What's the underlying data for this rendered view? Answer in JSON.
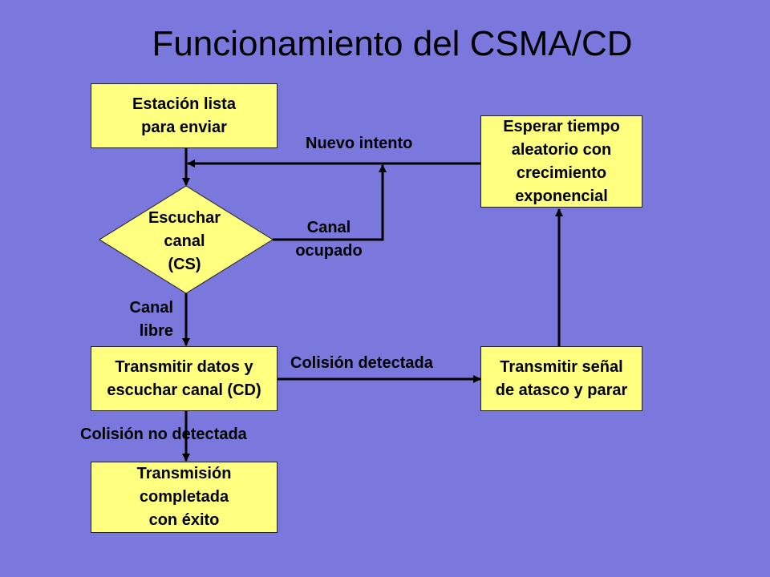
{
  "title": "Funcionamiento del CSMA/CD",
  "nodes": {
    "ready": "Estación lista\npara enviar",
    "listen": "Escuchar\ncanal\n(CS)",
    "transmit": "Transmitir datos y\nescuchar canal (CD)",
    "success": "Transmisión\ncompletada \ncon éxito",
    "jam": "Transmitir señal\nde atasco y parar",
    "wait": "Esperar tiempo\naleatorio con\ncrecimiento\nexponencial"
  },
  "edges": {
    "retry": "Nuevo intento",
    "busy": "Canal\nocupado",
    "free": "Canal\nlibre",
    "collision": "Colisión detectada",
    "no_collision": "Colisión no detectada"
  },
  "colors": {
    "background": "#7b78dd",
    "node_fill": "#ffff80",
    "line": "#000000"
  }
}
